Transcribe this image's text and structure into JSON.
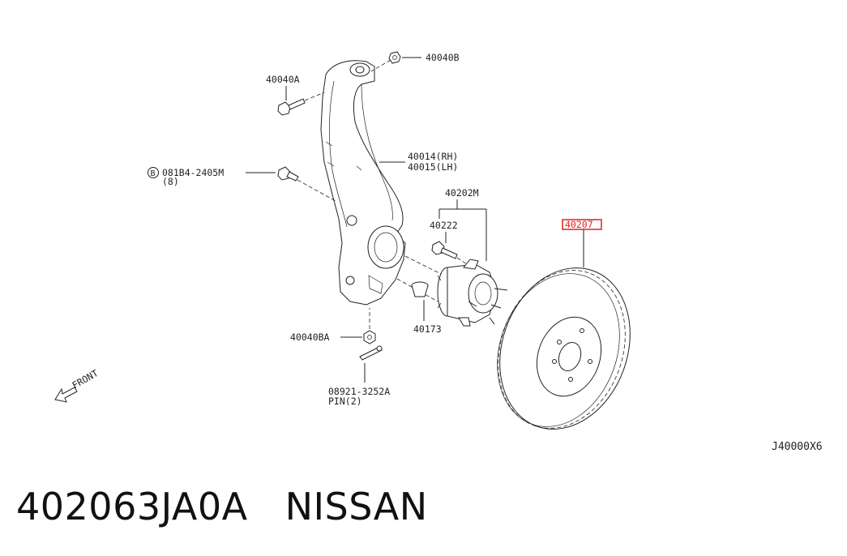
{
  "diagram": {
    "labels": {
      "bolt_upper": "40040A",
      "nut_upper": "40040B",
      "knuckle_rh": "40014(RH)",
      "knuckle_lh": "40015(LH)",
      "bolt_side_circle": "B",
      "bolt_side": "081B4-2405M",
      "bolt_side_qty": "(8)",
      "hub_assy": "40202M",
      "hub_bolt": "40222",
      "rotor": "40207",
      "nut_lower": "40040BA",
      "cap": "40173",
      "pin_part": "08921-3252A",
      "pin_qty": "PIN(2)",
      "front": "FRONT",
      "diagram_code": "J40000X6"
    },
    "highlight_color": "#e02020"
  },
  "caption": {
    "part_number": "402063JA0A",
    "brand": "NISSAN"
  }
}
